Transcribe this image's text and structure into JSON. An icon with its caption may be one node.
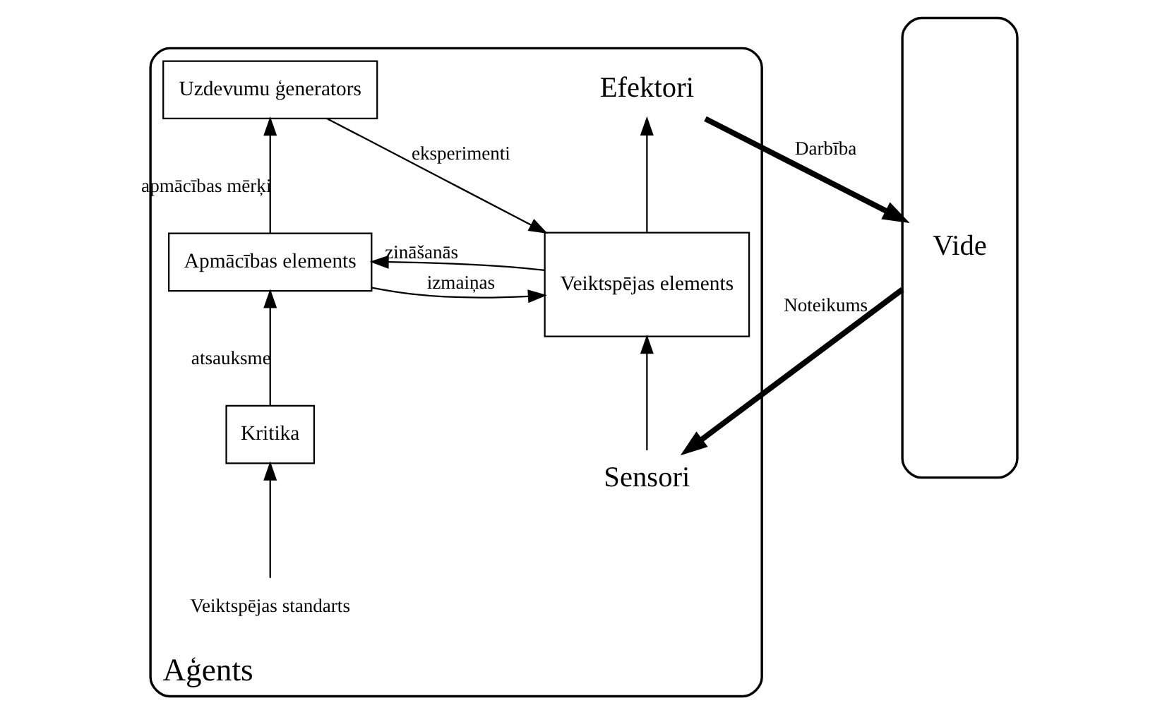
{
  "diagram": {
    "nodes": [
      {
        "text": [
          "Aģents"
        ]
      },
      {
        "text": [
          "Veiktspējas standarts"
        ],
        "in": 0
      },
      {
        "text": [
          "Kritika"
        ],
        "in": 0
      },
      {
        "text": [
          "Apmācības elements"
        ],
        "in": 0
      },
      {
        "text": [
          "Uzdevumu ģenerators"
        ],
        "in": 0
      },
      {
        "text": [
          "Veiktspējas elements"
        ],
        "in": 0
      },
      {
        "text": [
          "Sensori"
        ],
        "in": 0
      },
      {
        "text": [
          "Efektori"
        ],
        "in": 0
      },
      {
        "text": [
          "Vide"
        ]
      }
    ],
    "edges": [
      {
        "from": 1,
        "to": 2,
        "arrow": "to"
      },
      {
        "from": 2,
        "to": 3,
        "arrow": "to",
        "label": "atsauksme"
      },
      {
        "from": 3,
        "to": 5,
        "arrow": "to",
        "label": "izmaiņas"
      },
      {
        "from": 5,
        "to": 3,
        "arrow": "to",
        "label": "zināšanās"
      },
      {
        "from": 3,
        "to": 4,
        "arrow": "to",
        "label": "apmācības mērķi"
      },
      {
        "from": 4,
        "to": 5,
        "arrow": "to",
        "label": "eksperimenti"
      },
      {
        "from": 6,
        "to": 5,
        "arrow": "to"
      },
      {
        "from": 5,
        "to": 7,
        "arrow": "to"
      },
      {
        "from": 8,
        "to": 6,
        "arrow": "to",
        "label": "Noteikums",
        "style": "thick"
      },
      {
        "from": 7,
        "to": 8,
        "arrow": "to",
        "label": "Darbība",
        "style": "thick"
      }
    ]
  }
}
